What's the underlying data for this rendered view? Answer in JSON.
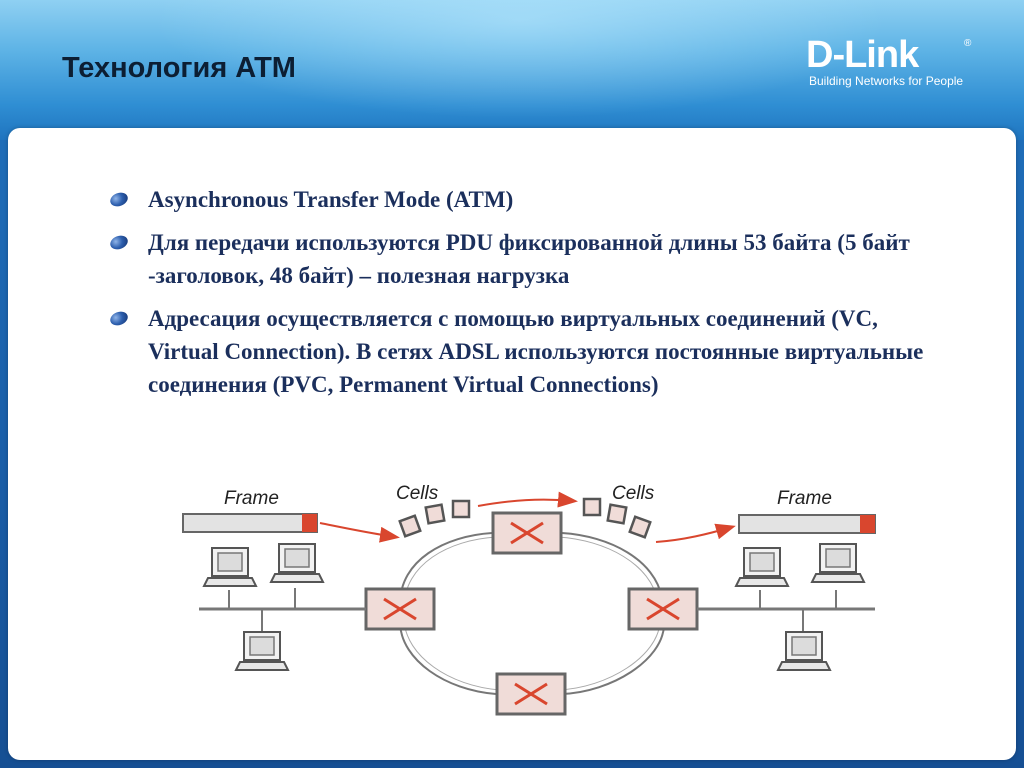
{
  "slide": {
    "title": "Технология ATM"
  },
  "logo": {
    "name": "D-Link",
    "registered": "®",
    "tagline": "Building Networks for People"
  },
  "bullets": [
    "Asynchronous Transfer Mode (ATM)",
    "Для передачи используются PDU фиксированной длины 53 байта (5 байт -заголовок, 48 байт) – полезная нагрузка",
    "Адресация осуществляется с помощью виртуальных соединений (VC, Virtual Connection). В сетях ADSL используются постоянные виртуальные соединения (PVC, Permanent Virtual Connections)"
  ],
  "diagram": {
    "frame_left_label": "Frame",
    "cells_left_label": "Cells",
    "cells_right_label": "Cells",
    "frame_right_label": "Frame",
    "colors": {
      "line": "#7a7a7a",
      "accent": "#d9462e",
      "switch_fill": "#f0dcd8",
      "frame_fill": "#e3e3e3"
    }
  }
}
